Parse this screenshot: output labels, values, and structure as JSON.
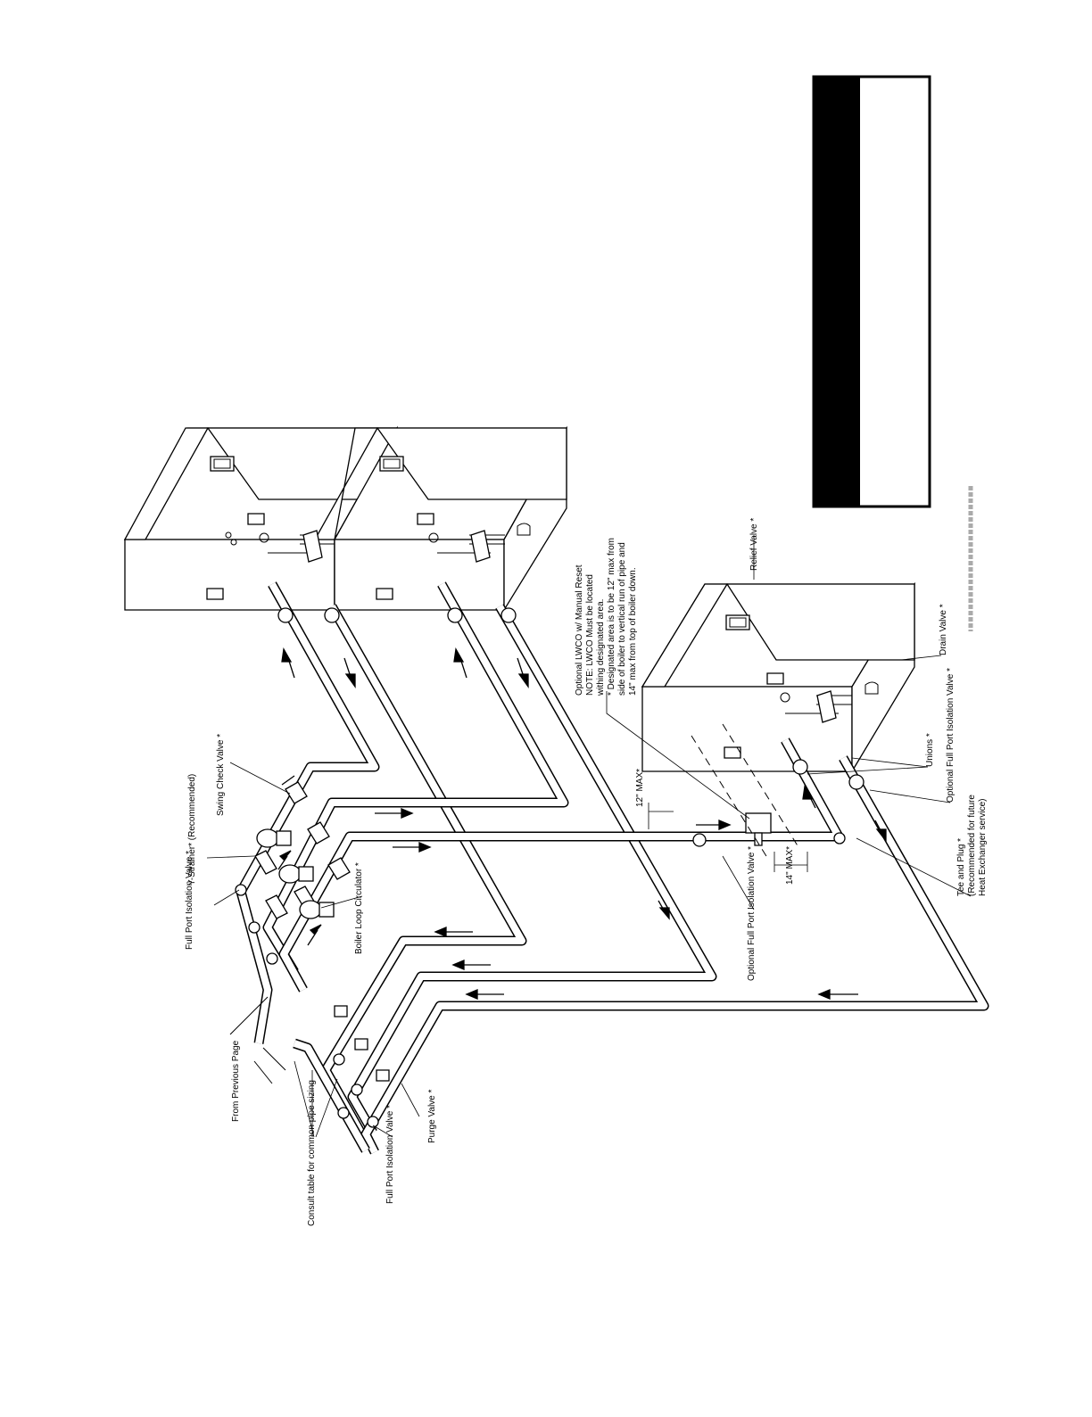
{
  "labels": {
    "from_previous_page": "From Previous Page",
    "consult_table": "Consult table for common pipe sizing",
    "full_port_isolation_valve_lower": "Full Port Isolation Valve *",
    "purge_valve": "Purge Valve *",
    "full_port_isolation_valve_upper": "Full Port Isolation Valve *",
    "y_strainer": "Y-Strainer* (Recommended)",
    "swing_check_valve": "Swing Check Valve *",
    "boiler_loop_circulator": "Boiler Loop Circulator *",
    "optional_full_port_isolation_valve": "Optional Full Port Isolation Valve *",
    "fourteen_max": "14\" MAX*",
    "twelve_max": "12\" MAX*",
    "lwco_note_1": "Optional LWCO w/ Manual Reset",
    "lwco_note_2": "NOTE: LWCO Must be located",
    "lwco_note_3": "withing designated area.",
    "lwco_note_4": "* Designated area is to be 12\" max from",
    "lwco_note_5": "side of boiler to vertical run of pipe and",
    "lwco_note_6": "14\" max from top of boiler down.",
    "relief_valve": "Relief Valve *",
    "drain_valve": "Drain Valve *",
    "unions": "Unions *",
    "optional_full_port_isolation_valve_boiler": "Optional Full Port Isolation Valve *",
    "tee_and_plug_1": "Tee and Plug *",
    "tee_and_plug_2": "(Recommended for future",
    "tee_and_plug_3": "Heat Exchanger service)"
  },
  "colors": {
    "ink": "#000000",
    "paper": "#ffffff"
  }
}
